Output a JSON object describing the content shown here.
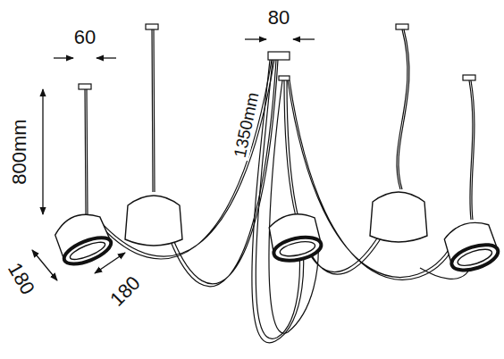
{
  "diagram": {
    "labels": [
      "60",
      "80",
      "800mm",
      "1350mm",
      "180",
      "180"
    ]
  }
}
